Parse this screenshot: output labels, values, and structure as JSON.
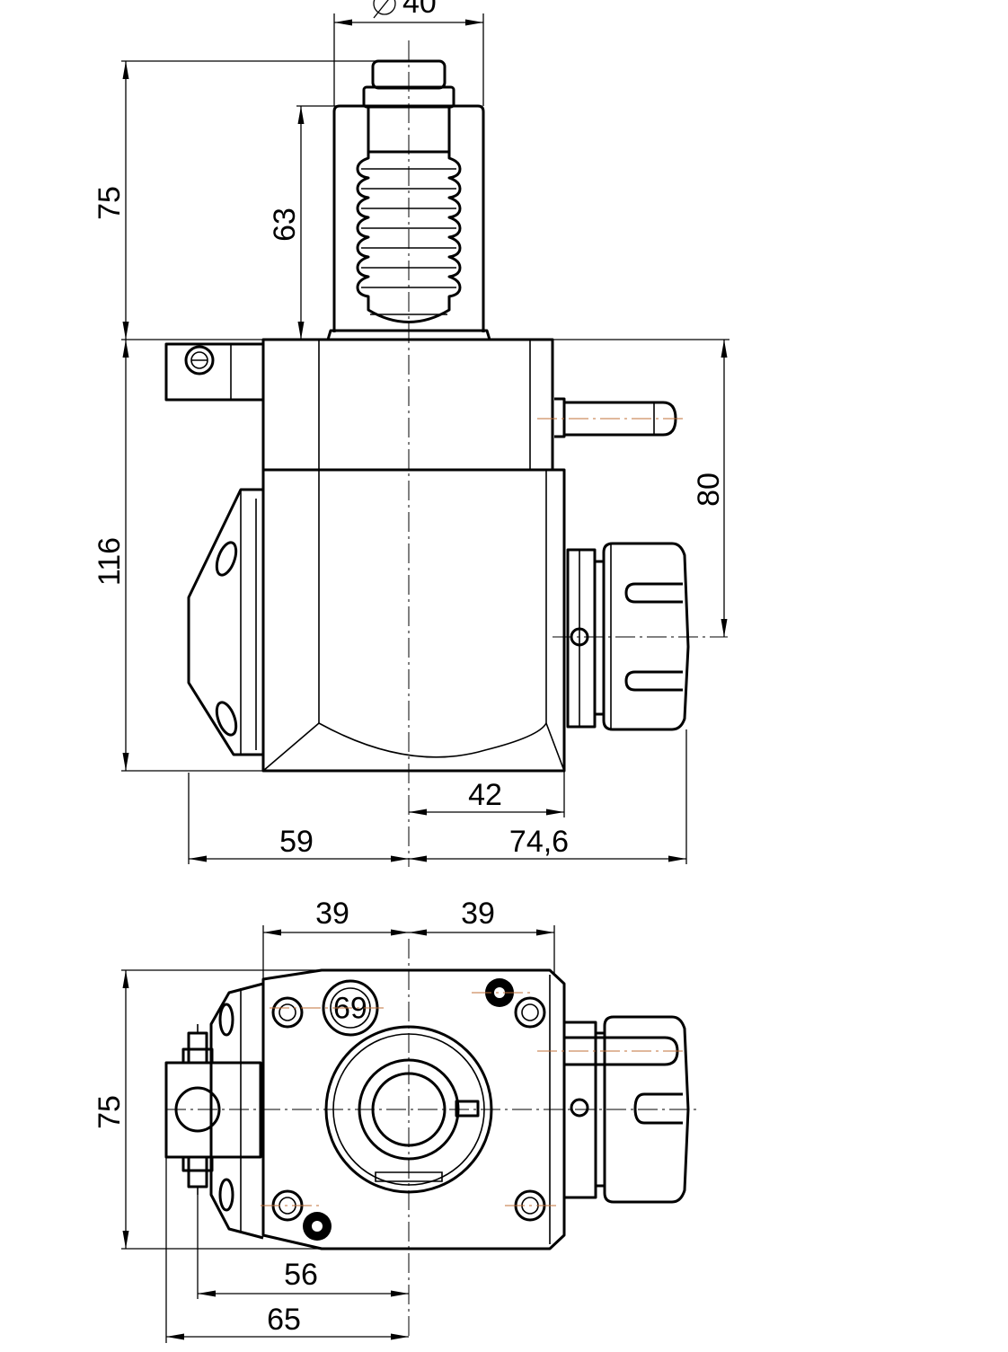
{
  "side_view": {
    "dims": {
      "diameter_top": "40",
      "height_shank": "75",
      "height_thread": "63",
      "height_body": "116",
      "height_output_axis": "80",
      "width_right_inner": "42",
      "width_left": "59",
      "width_right_outer": "74,6"
    }
  },
  "top_view": {
    "dims": {
      "width_left_half": "39",
      "width_right_half": "39",
      "height": "75",
      "width_56": "56",
      "width_65": "65"
    },
    "engraved_mark": "69"
  }
}
